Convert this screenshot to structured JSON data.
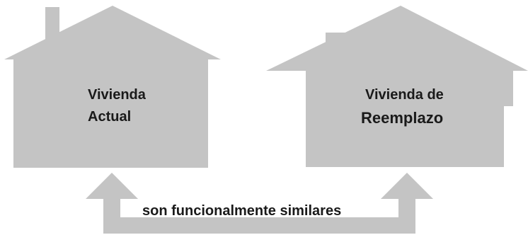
{
  "colors": {
    "shape_fill": "#c4c4c4",
    "text": "#1a1a1a",
    "background": "#ffffff"
  },
  "house_left": {
    "label_line1": "Vivienda",
    "label_line2": "Actual"
  },
  "house_right": {
    "label_line1": "Vivienda de",
    "label_line2": "Reemplazo"
  },
  "connector": {
    "label": "son funcionalmente similares"
  }
}
